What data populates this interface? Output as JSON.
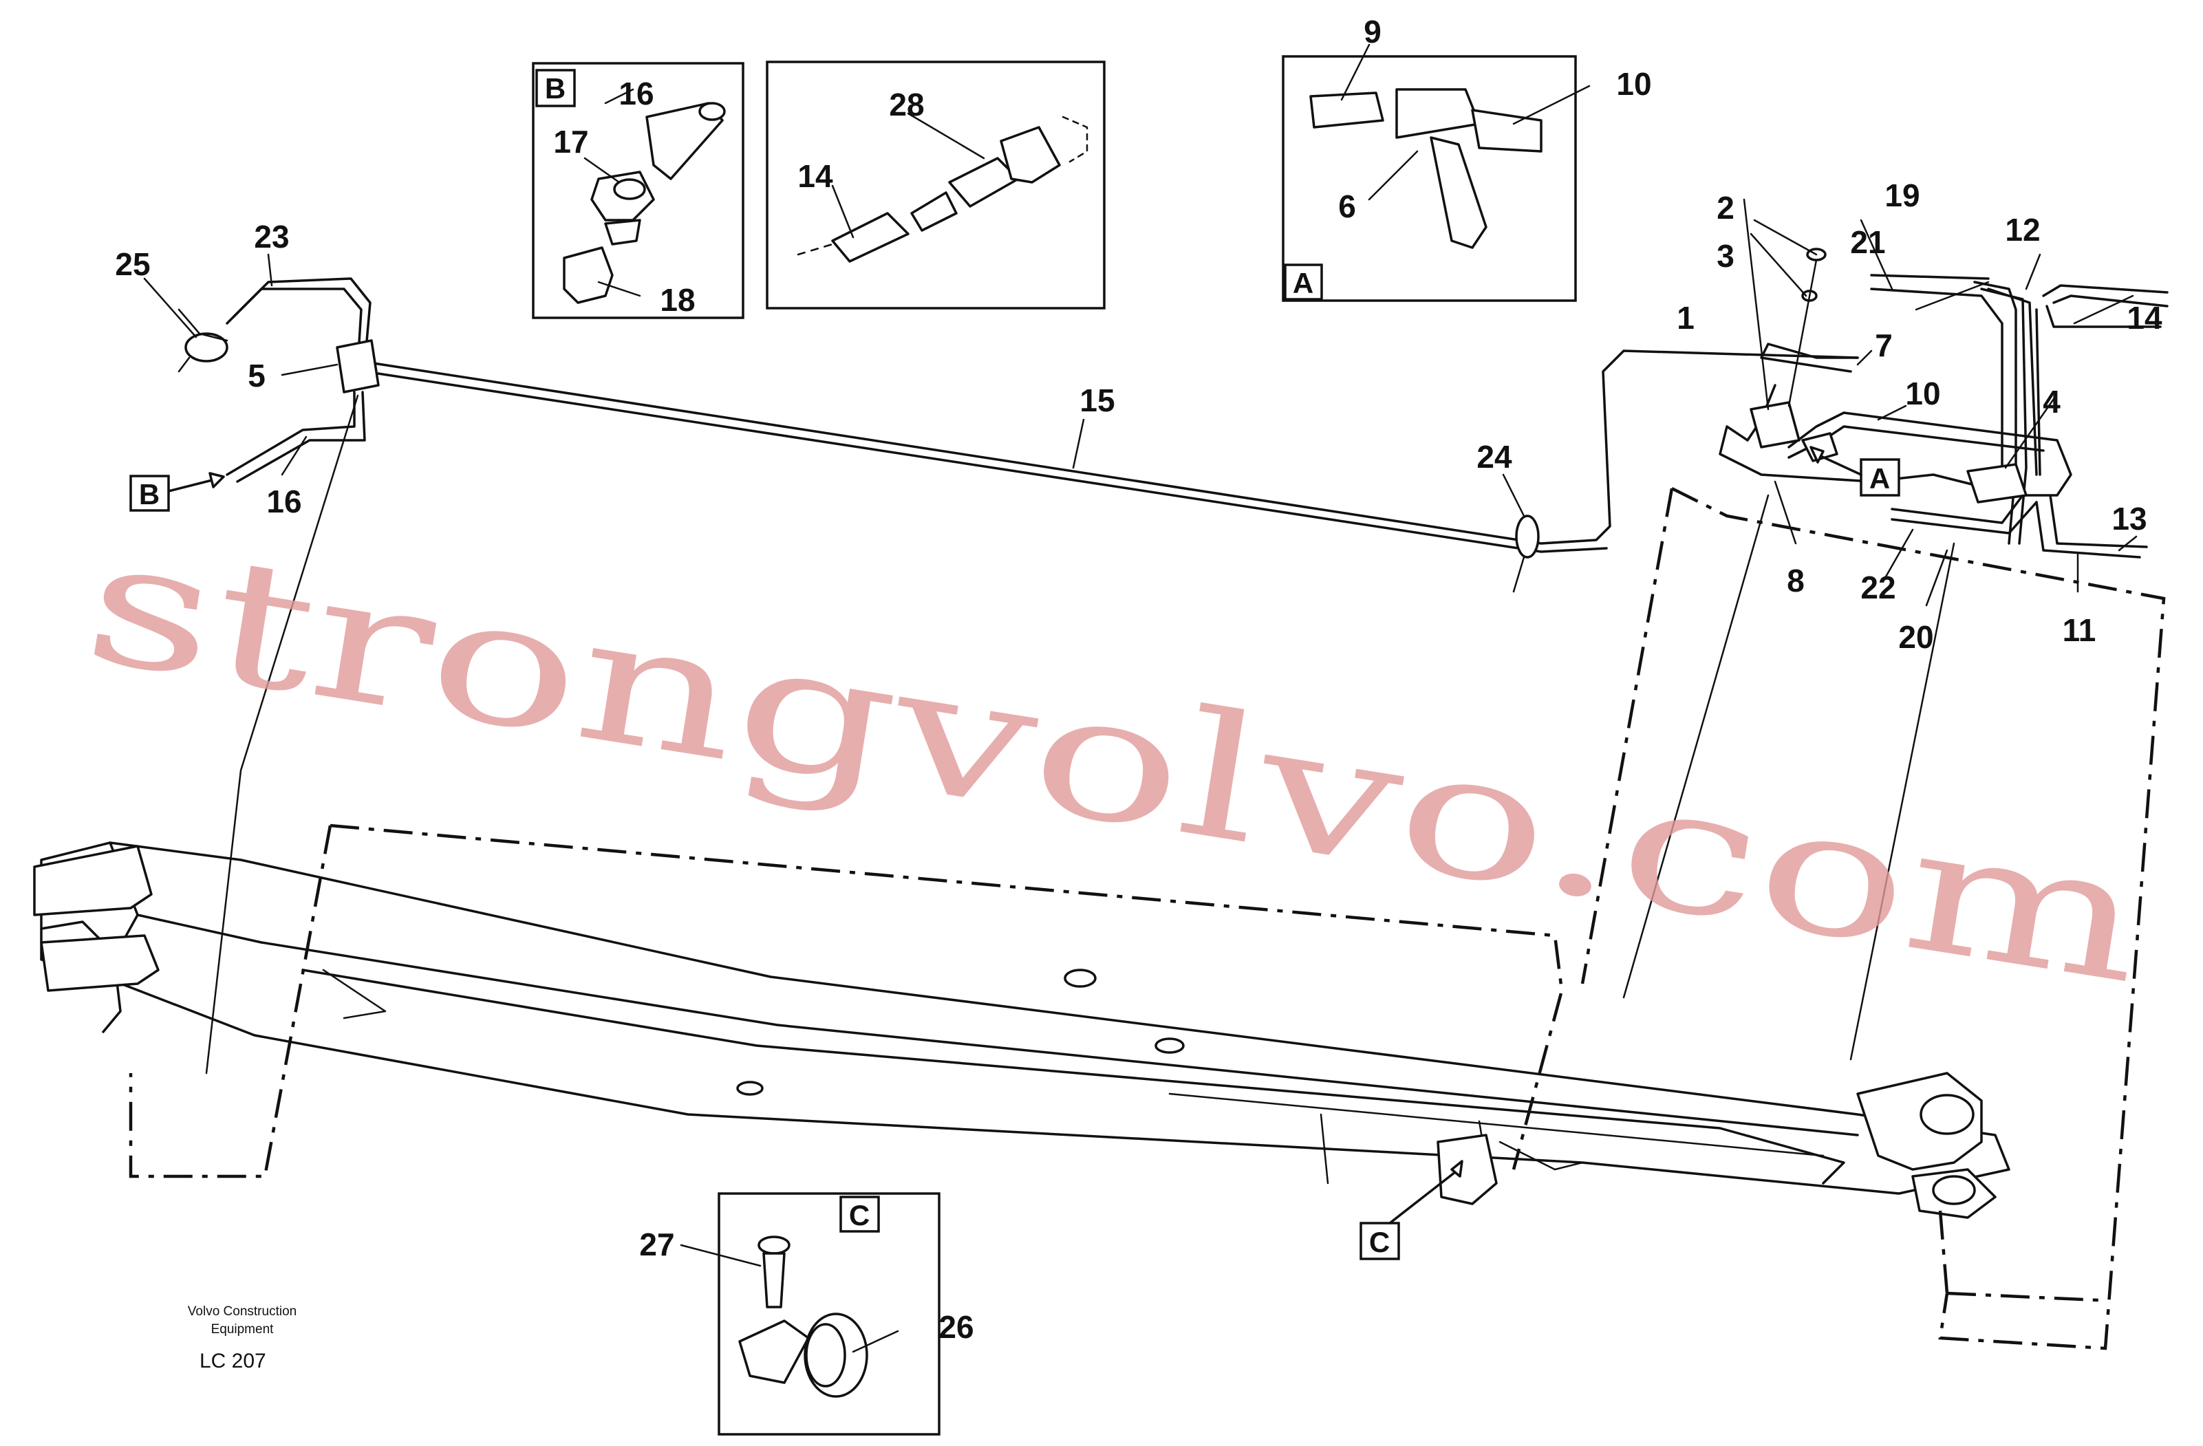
{
  "watermark": "strongvolvo.com",
  "footer": {
    "company_line1": "Volvo Construction",
    "company_line2": "Equipment",
    "figure_code": "LC 207"
  },
  "detail_tags": {
    "a": "A",
    "b": "B",
    "c": "C"
  },
  "callouts": {
    "c1": "1",
    "c2": "2",
    "c3": "3",
    "c4": "4",
    "c5": "5",
    "c6": "6",
    "c7": "7",
    "c8": "8",
    "c9": "9",
    "c10": "10",
    "c10b": "10",
    "c11": "11",
    "c12": "12",
    "c13": "13",
    "c14": "14",
    "c14b": "14",
    "c15": "15",
    "c16": "16",
    "c16b": "16",
    "c17": "17",
    "c18": "18",
    "c19": "19",
    "c20": "20",
    "c21": "21",
    "c22": "22",
    "c23": "23",
    "c24": "24",
    "c25": "25",
    "c26": "26",
    "c27": "27",
    "c28": "28"
  },
  "colors": {
    "line": "#111111",
    "watermark": "#e29a9a",
    "background": "#ffffff"
  }
}
